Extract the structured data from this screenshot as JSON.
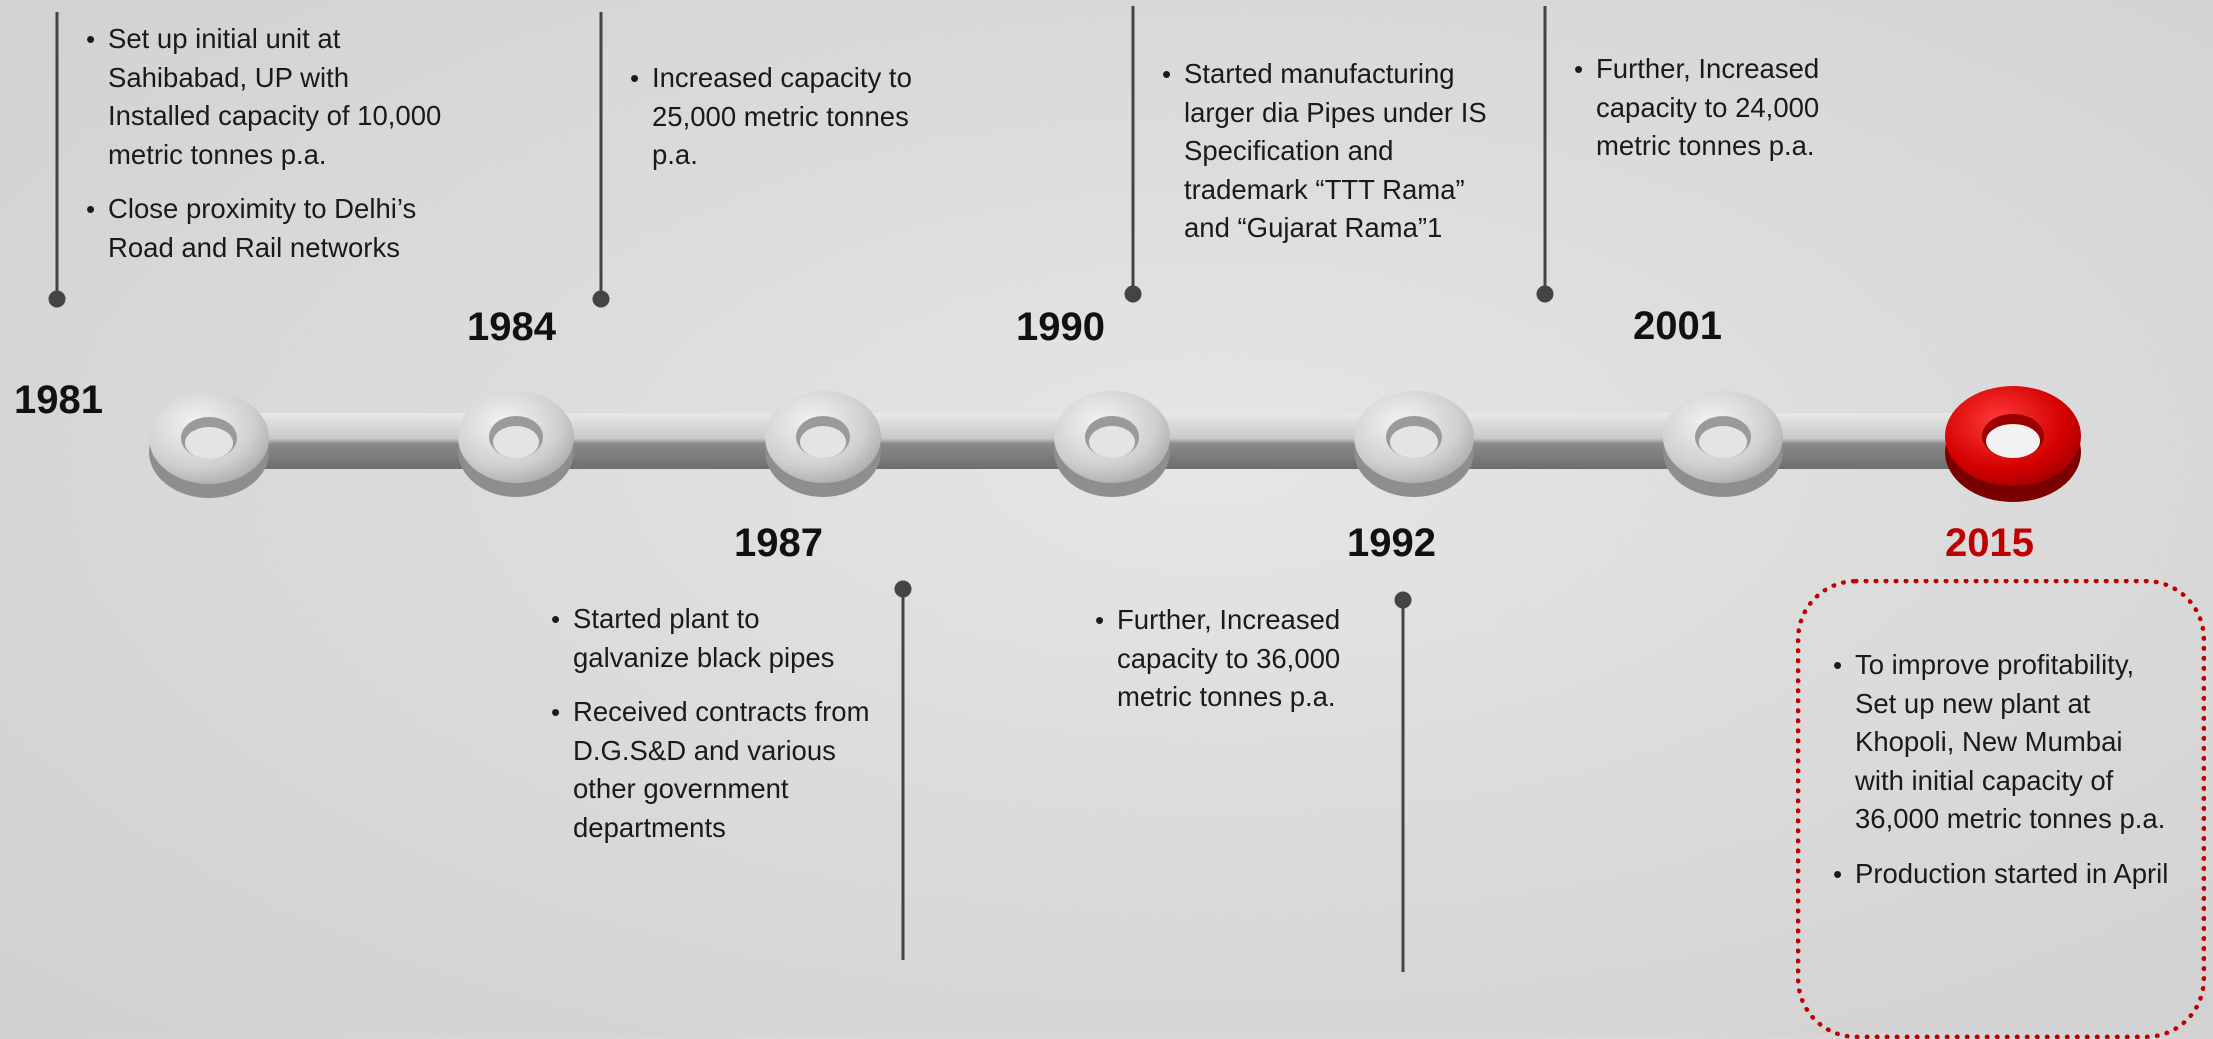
{
  "colors": {
    "accent": "#c00000",
    "ring": "#d6d6d6",
    "connector_line": "#444444",
    "text": "#1a1a1a"
  },
  "milestones": [
    {
      "year": "1981",
      "notes": [
        "Set up initial unit at Sahibabad, UP with Installed capacity of 10,000 metric tonnes p.a.",
        "Close proximity to Delhi’s Road and Rail networks"
      ]
    },
    {
      "year": "1984",
      "notes": [
        "Increased capacity to 25,000 metric tonnes p.a."
      ]
    },
    {
      "year": "1987",
      "notes": [
        "Started plant to galvanize black pipes",
        "Received contracts from D.G.S&D and various other government departments"
      ]
    },
    {
      "year": "1990",
      "notes": [
        "Started manufacturing larger dia Pipes under IS Specification and trademark “TTT Rama” and “Gujarat Rama”1"
      ]
    },
    {
      "year": "1992",
      "notes": [
        "Further, Increased capacity to 36,000 metric tonnes p.a."
      ]
    },
    {
      "year": "2001",
      "notes": [
        "Further, Increased capacity to 24,000 metric tonnes p.a."
      ]
    },
    {
      "year": "2015",
      "highlight": true,
      "notes": [
        "To improve profitability, Set up new plant at Khopoli, New Mumbai with initial capacity of 36,000 metric tonnes p.a.",
        "Production started in April"
      ]
    }
  ]
}
